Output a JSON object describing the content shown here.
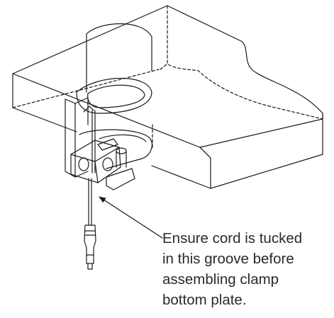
{
  "callout": {
    "lines": [
      "Ensure cord is tucked",
      "in this groove before",
      "assembling clamp",
      "bottom plate."
    ]
  },
  "colors": {
    "line": "#1a1a1a",
    "text": "#2a2a2a",
    "background": "#ffffff"
  }
}
